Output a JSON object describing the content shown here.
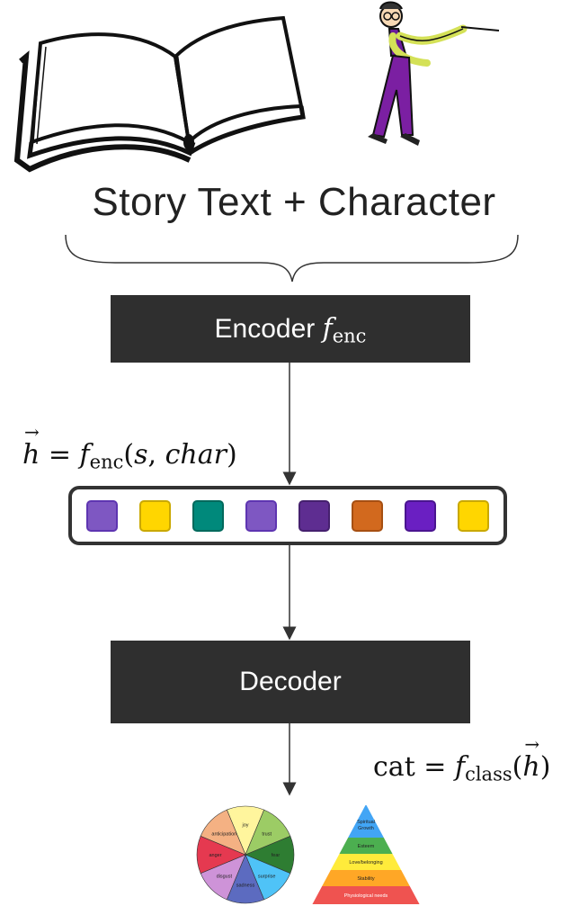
{
  "caption": "Story Text + Character",
  "encoder": {
    "label": "Encoder",
    "func": "f",
    "sub": "enc"
  },
  "decoder": {
    "label": "Decoder"
  },
  "hidden_eq": {
    "lhs": "h",
    "eq": " = ",
    "f": "f",
    "sub": "enc",
    "args_open": "(",
    "s": "s",
    "comma": ", ",
    "char": "char",
    "args_close": ")"
  },
  "class_eq": {
    "cat": "cat",
    "eq": " = ",
    "f": "f",
    "sub": "class",
    "open": "(",
    "h": "h",
    "close": ")"
  },
  "vector_colors": [
    {
      "fill": "#7e57c2",
      "stroke": "#5e35b1"
    },
    {
      "fill": "#ffd600",
      "stroke": "#c9a800"
    },
    {
      "fill": "#00897b",
      "stroke": "#00695c"
    },
    {
      "fill": "#7e57c2",
      "stroke": "#5e35b1"
    },
    {
      "fill": "#5e2d91",
      "stroke": "#45206e"
    },
    {
      "fill": "#d2691e",
      "stroke": "#a64f12"
    },
    {
      "fill": "#6a1fc2",
      "stroke": "#4a1590"
    },
    {
      "fill": "#ffd600",
      "stroke": "#c9a800"
    }
  ],
  "plutchik": {
    "labels": [
      "joy",
      "trust",
      "fear",
      "surprise",
      "sadness",
      "disgust",
      "anger",
      "anticipation"
    ],
    "colors": [
      "#fff59d",
      "#9ccc65",
      "#2e7d32",
      "#4fc3f7",
      "#5c6bc0",
      "#ce93d8",
      "#e53950",
      "#f4b183"
    ]
  },
  "maslow": {
    "levels": [
      "Spiritual Growth",
      "Esteem",
      "Love/belonging",
      "Stability",
      "Physiological needs"
    ],
    "colors": [
      "#42a5f5",
      "#4caf50",
      "#ffeb3b",
      "#ffa726",
      "#ef5350"
    ]
  }
}
